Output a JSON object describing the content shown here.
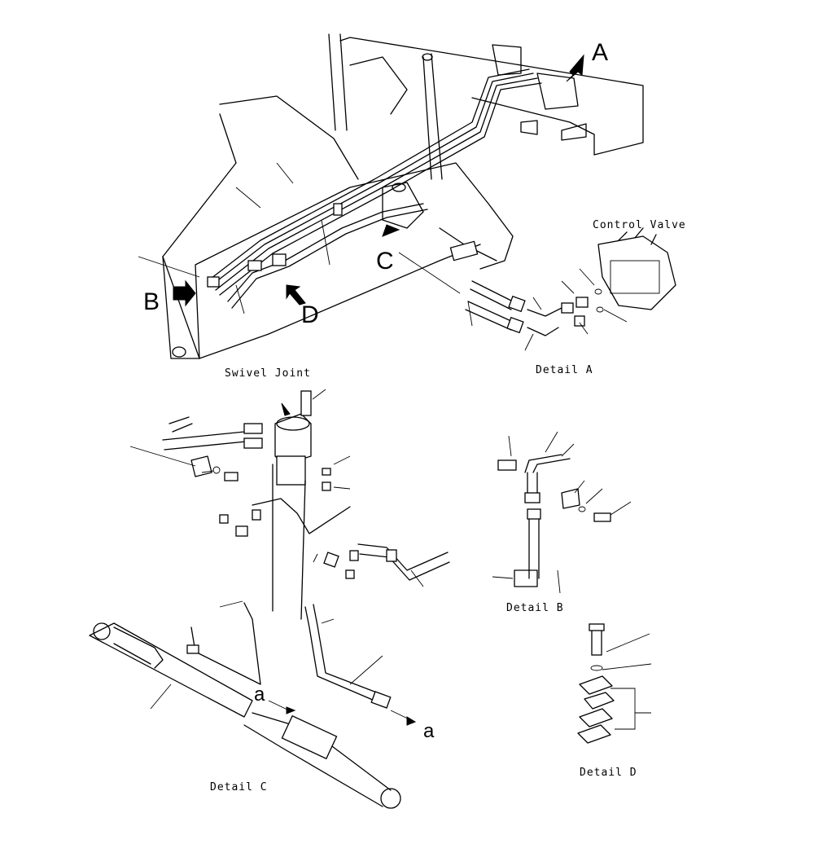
{
  "labels": {
    "control_valve": "Control Valve",
    "swivel_joint": "Swivel Joint",
    "detail_a": "Detail A",
    "detail_b": "Detail B",
    "detail_c": "Detail C",
    "detail_d": "Detail D"
  },
  "view_letters": {
    "a_upper": "A",
    "b": "B",
    "c": "C",
    "d": "D",
    "a_lower_1": "a",
    "a_lower_2": "a"
  }
}
